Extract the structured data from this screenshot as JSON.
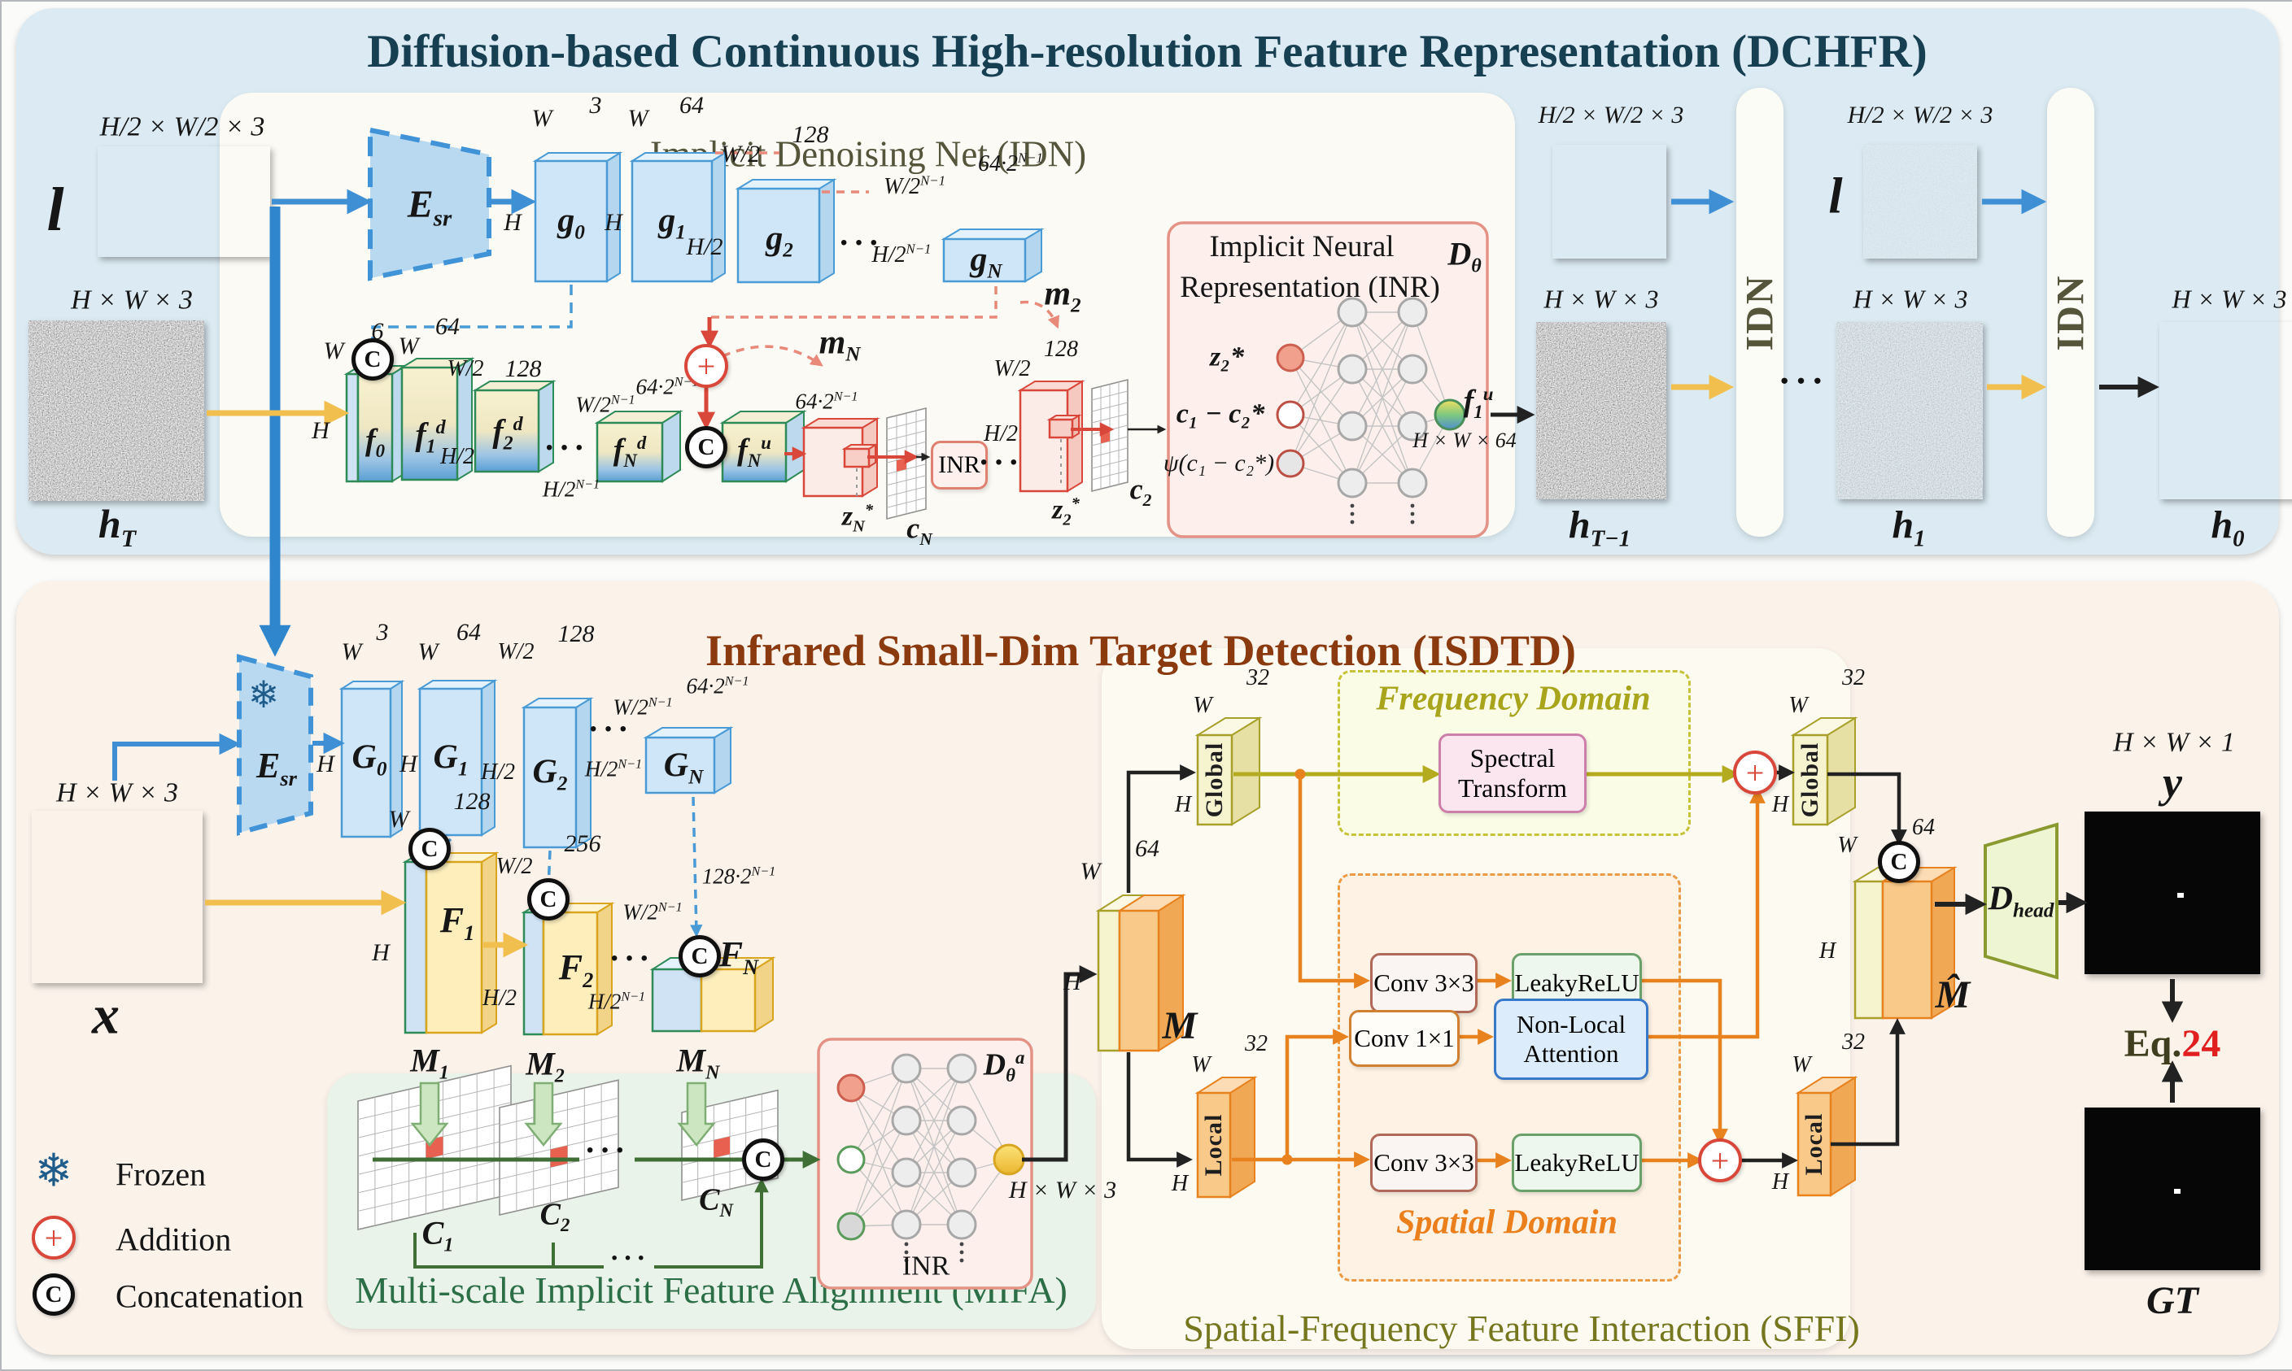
{
  "icons": {
    "concat": "C",
    "add": "+",
    "frozen": "❄"
  },
  "legend": {
    "frozen": "Frozen",
    "addition": "Addition",
    "concat": "Concatenation"
  },
  "dots": "···",
  "dchfr": {
    "title": "Diffusion-based Continuous High-resolution Feature Representation (DCHFR)",
    "idn_title": "Implicit Denoising Net (IDN)",
    "idn_bar": "IDN",
    "lr_input": {
      "dim": "H/2 × W/2 × 3",
      "label": "l"
    },
    "noise_input": {
      "dim": "H × W × 3",
      "label": {
        "b": "h",
        "s": "T"
      }
    },
    "encoder": {
      "b": "E",
      "s": "sr"
    },
    "g_blocks": [
      {
        "name": {
          "b": "g",
          "s": "0"
        },
        "ch": {
          "b": "3"
        },
        "w": {
          "b": "W"
        },
        "h": {
          "b": "H"
        }
      },
      {
        "name": {
          "b": "g",
          "s": "1"
        },
        "ch": {
          "b": "64"
        },
        "w": {
          "b": "W"
        },
        "h": {
          "b": "H"
        }
      },
      {
        "name": {
          "b": "g",
          "s": "2"
        },
        "ch": {
          "b": "128"
        },
        "w": {
          "b": "W/2"
        },
        "h": {
          "b": "H/2"
        }
      },
      {
        "name": {
          "b": "g",
          "s": "N"
        },
        "ch": {
          "b": "64·2",
          "p": "N−1"
        },
        "w": {
          "b": "W/2",
          "p": "N−1"
        },
        "h": {
          "b": "H/2",
          "p": "N−1"
        }
      }
    ],
    "f_blocks": [
      {
        "name": {
          "b": "f",
          "s": "0"
        },
        "ch": {
          "b": "6"
        },
        "w": {
          "b": "W"
        },
        "h": {
          "b": "H"
        }
      },
      {
        "name": {
          "b": "f",
          "s": "1",
          "p": "d"
        },
        "ch": {
          "b": "64"
        },
        "w": {
          "b": "W"
        },
        "h": {
          "b": "H"
        }
      },
      {
        "name": {
          "b": "f",
          "s": "2",
          "p": "d"
        },
        "ch": {
          "b": "128"
        },
        "w": {
          "b": "W/2"
        },
        "h": {
          "b": "H/2"
        }
      },
      {
        "name": {
          "b": "f",
          "s": "N",
          "p": "d"
        },
        "ch": {
          "b": "64·2",
          "p": "N−1"
        },
        "w": {
          "b": "W/2",
          "p": "N−1"
        },
        "h": {
          "b": "H/2",
          "p": "N−1"
        }
      },
      {
        "name": {
          "b": "f",
          "s": "N",
          "p": "u"
        }
      }
    ],
    "m_n": {
      "b": "m",
      "s": "N"
    },
    "m_2": {
      "b": "m",
      "s": "2"
    },
    "z_n": {
      "b": "z",
      "s": "N",
      "p": "*"
    },
    "c_n": {
      "b": "c",
      "s": "N"
    },
    "z_2": {
      "b": "z",
      "s": "2",
      "p": "*"
    },
    "c_2": {
      "b": "c",
      "s": "2"
    },
    "z2_dims": {
      "w": {
        "b": "W/2"
      },
      "h": {
        "b": "H/2"
      },
      "ch": {
        "b": "128"
      }
    },
    "inr_small": "INR",
    "inr_box": {
      "title1": "Implicit Neural",
      "title2": "Representation (INR)",
      "dtheta": {
        "b": "D",
        "s": "θ"
      },
      "in1": "z₂*",
      "in2": "c₁ − c₂*",
      "in3": "ψ(c₁ − c₂*)",
      "out": {
        "b": "f",
        "s": "1",
        "p": "u"
      },
      "out_dim": "H × W × 64"
    },
    "pair1": {
      "dim": "H/2 × W/2 × 3",
      "h_dim": "H × W × 3",
      "h": {
        "b": "h",
        "s": "T−1"
      }
    },
    "pair2": {
      "l": "l",
      "dim": "H/2 × W/2 × 3",
      "h_dim": "H × W × 3",
      "h": {
        "b": "h",
        "s": "1"
      }
    },
    "out": {
      "dim": "H × W × 3",
      "h": {
        "b": "h",
        "s": "0"
      }
    }
  },
  "isdtd": {
    "title": "Infrared Small-Dim Target Detection (ISDTD)",
    "x_input": {
      "dim": "H × W × 3",
      "label": "x"
    },
    "encoder": {
      "b": "E",
      "s": "sr"
    },
    "G_blocks": [
      {
        "name": {
          "b": "G",
          "s": "0"
        },
        "ch": {
          "b": "3"
        },
        "w": {
          "b": "W"
        },
        "h": {
          "b": "H"
        }
      },
      {
        "name": {
          "b": "G",
          "s": "1"
        },
        "ch": {
          "b": "64"
        },
        "w": {
          "b": "W"
        },
        "h": {
          "b": "H"
        }
      },
      {
        "name": {
          "b": "G",
          "s": "2"
        },
        "ch": {
          "b": "128"
        },
        "w": {
          "b": "W/2"
        },
        "h": {
          "b": "H/2"
        }
      },
      {
        "name": {
          "b": "G",
          "s": "N"
        },
        "ch": {
          "b": "64·2",
          "p": "N−1"
        },
        "w": {
          "b": "W/2",
          "p": "N−1"
        },
        "h": {
          "b": "H/2",
          "p": "N−1"
        }
      }
    ],
    "F_blocks": [
      {
        "name": {
          "b": "F",
          "s": "1"
        },
        "ch": {
          "b": "128"
        },
        "w": {
          "b": "W"
        },
        "h": {
          "b": "H"
        }
      },
      {
        "name": {
          "b": "F",
          "s": "2"
        },
        "ch": {
          "b": "256"
        },
        "w": {
          "b": "W/2"
        },
        "h": {
          "b": "H/2"
        }
      },
      {
        "name": {
          "b": "F",
          "s": "N"
        },
        "ch": {
          "b": "128·2",
          "p": "N−1"
        },
        "w": {
          "b": "W/2",
          "p": "N−1"
        },
        "h": {
          "b": "H/2",
          "p": "N−1"
        }
      }
    ],
    "M_labels": [
      {
        "b": "M",
        "s": "1"
      },
      {
        "b": "M",
        "s": "2"
      },
      {
        "b": "M",
        "s": "N"
      }
    ],
    "mifa": {
      "title": "Multi-scale Implicit Feature Alignment (MIFA)",
      "grids": [
        {
          "b": "C",
          "s": "1"
        },
        {
          "b": "C",
          "s": "2"
        },
        {
          "b": "C",
          "s": "N"
        }
      ],
      "inr": "INR",
      "d": {
        "b": "D",
        "s": "θ",
        "p": "a"
      },
      "out_dim": "H × W × 3"
    },
    "sffi": {
      "title": "Spatial-Frequency Feature Interaction (SFFI)",
      "m": {
        "name": {
          "b": "M"
        },
        "ch": {
          "b": "64"
        },
        "w": {
          "b": "W"
        },
        "h": {
          "b": "H"
        }
      },
      "mhat": {
        "name": {
          "b": "M̂"
        },
        "ch": {
          "b": "64"
        },
        "w": {
          "b": "W"
        },
        "h": {
          "b": "H"
        }
      },
      "global": {
        "label": "Global",
        "ch": {
          "b": "32"
        },
        "w": {
          "b": "W"
        },
        "h": {
          "b": "H"
        }
      },
      "local": {
        "label": "Local",
        "ch": {
          "b": "32"
        },
        "w": {
          "b": "W"
        },
        "h": {
          "b": "H"
        }
      },
      "freq_label": "Frequency Domain",
      "spat_label": "Spatial Domain",
      "spectral1": "Spectral",
      "spectral2": "Transform",
      "conv3": "Conv 3×3",
      "conv1": "Conv 1×1",
      "lrelu": "LeakyReLU",
      "nla1": "Non-Local",
      "nla2": "Attention",
      "dhead": {
        "b": "D",
        "s": "head"
      }
    },
    "out": {
      "dim": "H × W × 1",
      "y": "y",
      "eq": "Eq.",
      "eq_num": "24",
      "gt": "GT"
    }
  },
  "colors": {
    "dchfr_title": "#173f52",
    "isdtd_title": "#8a3a0e",
    "idn_title": "#55553c",
    "mifa_title": "#2c6e46",
    "sffi_title": "#76761f",
    "freq_label": "#a8a41c",
    "spat_label": "#ea7f1c",
    "eq_num": "#e02020",
    "blue_arrow": "#3e8fd4",
    "yellow_arrow": "#f0bf4e",
    "red": "#d9473a",
    "orange": "#e8821e",
    "olive": "#b5ab1f",
    "green": "#3f6f35"
  }
}
